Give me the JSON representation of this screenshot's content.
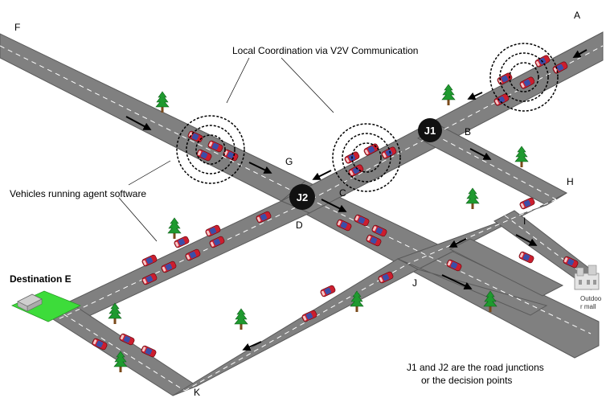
{
  "labels": {
    "A": "A",
    "B": "B",
    "C": "C",
    "D": "D",
    "F": "F",
    "G": "G",
    "H": "H",
    "I": "I",
    "J": "J",
    "K": "K"
  },
  "junctions": {
    "j1": "J1",
    "j2": "J2"
  },
  "annotations": {
    "v2v": "Local Coordination via V2V Communication",
    "agents": "Vehicles running agent software",
    "destination": "Destination E",
    "outdoor_line1": "Outdoo",
    "outdoor_line2": "r mall",
    "footer_line1": "J1 and J2 are the road junctions",
    "footer_line2": "or the decision points"
  },
  "colors": {
    "road": "#808080",
    "road_edge": "#5a5a5a",
    "car": "#cc1e2e",
    "junction": "#111111",
    "grass": "#3ddc3a",
    "tree": "#1f9a2f"
  }
}
